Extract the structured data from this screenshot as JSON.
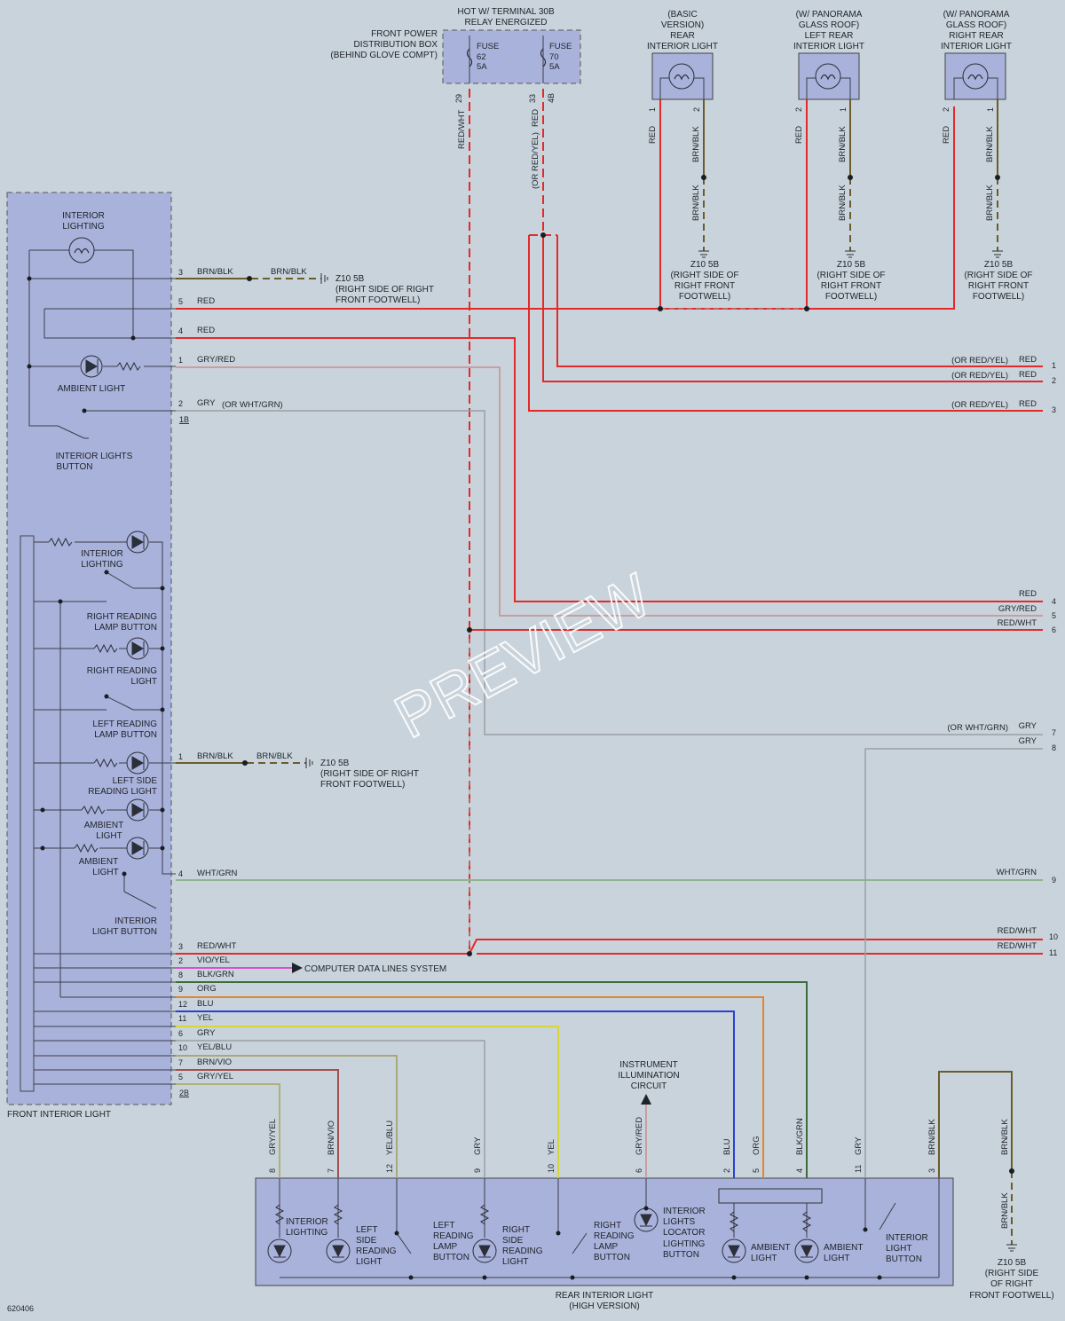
{
  "watermark": "PREVIEW",
  "diagram_id": "620406",
  "colors": {
    "background": "#c9d3db",
    "module_fill": "#a9b2db",
    "red": "#e32a2a",
    "brn_blk": "#6b5d2b",
    "gry": "#9aa0a4",
    "wht_grn": "#8fb58f",
    "vio_yel": "#d94fd1",
    "blk_grn": "#3e6b3e",
    "org": "#e0872b",
    "blu": "#2840d8",
    "yel": "#d7d53a",
    "yel_blu": "#a8a87a",
    "brn_vio": "#a05050",
    "gry_yel": "#b0b07a",
    "gry_red": "#c78d8d"
  },
  "fuse_box": {
    "header": [
      "HOT W/ TERMINAL 30B",
      "RELAY ENERGIZED"
    ],
    "name": [
      "FRONT POWER",
      "DISTRIBUTION BOX",
      "(BEHIND GLOVE COMPT)"
    ],
    "fuse_left": [
      "FUSE",
      "62",
      "5A"
    ],
    "fuse_right": [
      "FUSE",
      "70",
      "5A"
    ],
    "pin_a": "29",
    "pin_b": "33",
    "pin_c": "4B",
    "wire_a": "RED/WHT",
    "wire_b": "RED",
    "wire_b_alt": "(OR RED/YEL)"
  },
  "rear_lights": [
    {
      "title": [
        "(BASIC",
        "VERSION)",
        "REAR",
        "INTERIOR LIGHT"
      ],
      "pin1": "1",
      "pin2": "2"
    },
    {
      "title": [
        "(W/ PANORAMA",
        "GLASS ROOF)",
        "LEFT REAR",
        "INTERIOR LIGHT"
      ],
      "pin1": "2",
      "pin2": "1"
    },
    {
      "title": [
        "(W/ PANORAMA",
        "GLASS ROOF)",
        "RIGHT REAR",
        "INTERIOR LIGHT"
      ],
      "pin1": "2",
      "pin2": "1"
    }
  ],
  "ground": {
    "label": "Z10 5B",
    "desc": [
      "(RIGHT SIDE OF",
      "RIGHT FRONT",
      "FOOTWELL)"
    ],
    "desc_long": [
      "(RIGHT SIDE OF RIGHT",
      "FRONT FOOTWELL)"
    ],
    "desc_rear": [
      "(RIGHT SIDE",
      "OF RIGHT",
      "FRONT FOOTWELL)"
    ]
  },
  "front_light": {
    "title": "FRONT INTERIOR LIGHT",
    "top_section": {
      "interior_lighting": [
        "INTERIOR",
        "LIGHTING"
      ],
      "ambient_light": "AMBIENT LIGHT",
      "button": [
        "INTERIOR LIGHTS",
        "BUTTON"
      ],
      "connector": "1B"
    },
    "bottom_section": {
      "interior_lighting": [
        "INTERIOR",
        "LIGHTING"
      ],
      "right_reading_button": [
        "RIGHT READING",
        "LAMP BUTTON"
      ],
      "right_reading_light": [
        "RIGHT READING",
        "LIGHT"
      ],
      "left_reading_button": [
        "LEFT READING",
        "LAMP BUTTON"
      ],
      "left_side_reading_light": [
        "LEFT SIDE",
        "READING LIGHT"
      ],
      "ambient_light_1": [
        "AMBIENT",
        "LIGHT"
      ],
      "ambient_light_2": [
        "AMBIENT",
        "LIGHT"
      ],
      "interior_light_button": [
        "INTERIOR",
        "LIGHT BUTTON"
      ],
      "connector": "2B"
    }
  },
  "wires_1b": [
    {
      "pin": "3",
      "label": "BRN/BLK",
      "label2": "BRN/BLK"
    },
    {
      "pin": "5",
      "label": "RED"
    },
    {
      "pin": "4",
      "label": "RED"
    },
    {
      "pin": "1",
      "label": "GRY/RED"
    },
    {
      "pin": "2",
      "label": "GRY",
      "alt": "(OR WHT/GRN)"
    }
  ],
  "wires_2b": [
    {
      "pin": "1",
      "label": "BRN/BLK",
      "label2": "BRN/BLK"
    },
    {
      "pin": "4",
      "label": "WHT/GRN"
    },
    {
      "pin": "3",
      "label": "RED/WHT"
    },
    {
      "pin": "2",
      "label": "VIO/YEL"
    },
    {
      "pin": "8",
      "label": "BLK/GRN"
    },
    {
      "pin": "9",
      "label": "ORG"
    },
    {
      "pin": "12",
      "label": "BLU"
    },
    {
      "pin": "11",
      "label": "YEL"
    },
    {
      "pin": "6",
      "label": "GRY"
    },
    {
      "pin": "10",
      "label": "YEL/BLU"
    },
    {
      "pin": "7",
      "label": "BRN/VIO"
    },
    {
      "pin": "5",
      "label": "GRY/YEL"
    }
  ],
  "computer_data": "COMPUTER DATA LINES SYSTEM",
  "right_refs": [
    {
      "num": "1",
      "label": "RED",
      "alt": "(OR RED/YEL)"
    },
    {
      "num": "2",
      "label": "RED",
      "alt": "(OR RED/YEL)"
    },
    {
      "num": "3",
      "label": "RED",
      "alt": "(OR RED/YEL)"
    },
    {
      "num": "4",
      "label": "RED"
    },
    {
      "num": "5",
      "label": "GRY/RED"
    },
    {
      "num": "6",
      "label": "RED/WHT"
    },
    {
      "num": "7",
      "label": "GRY",
      "alt": "(OR WHT/GRN)"
    },
    {
      "num": "8",
      "label": "GRY"
    },
    {
      "num": "9",
      "label": "WHT/GRN"
    },
    {
      "num": "10",
      "label": "RED/WHT"
    },
    {
      "num": "11",
      "label": "RED/WHT"
    }
  ],
  "instrument": [
    "INSTRUMENT",
    "ILLUMINATION",
    "CIRCUIT"
  ],
  "rear_light": {
    "title": [
      "REAR INTERIOR LIGHT",
      "(HIGH VERSION)"
    ],
    "wires": [
      {
        "pin": "8",
        "label": "GRY/YEL"
      },
      {
        "pin": "7",
        "label": "BRN/VIO"
      },
      {
        "pin": "12",
        "label": "YEL/BLU"
      },
      {
        "pin": "9",
        "label": "GRY"
      },
      {
        "pin": "10",
        "label": "YEL"
      },
      {
        "pin": "6",
        "label": "GRY/RED"
      },
      {
        "pin": "2",
        "label": "BLU"
      },
      {
        "pin": "5",
        "label": "ORG"
      },
      {
        "pin": "4",
        "label": "BLK/GRN"
      },
      {
        "pin": "11",
        "label": "GRY"
      },
      {
        "pin": "3",
        "label": "BRN/BLK"
      }
    ],
    "ground_wire_1": "BRN/BLK",
    "ground_wire_2": "BRN/BLK",
    "interior_lighting": [
      "INTERIOR",
      "LIGHTING"
    ],
    "left_side_reading_light": [
      "LEFT",
      "SIDE",
      "READING",
      "LIGHT"
    ],
    "left_reading_button": [
      "LEFT",
      "READING",
      "LAMP",
      "BUTTON"
    ],
    "right_side_reading_light": [
      "RIGHT",
      "SIDE",
      "READING",
      "LIGHT"
    ],
    "right_reading_button": [
      "RIGHT",
      "READING",
      "LAMP",
      "BUTTON"
    ],
    "locator_button": [
      "INTERIOR",
      "LIGHTS",
      "LOCATOR",
      "LIGHTING",
      "BUTTON"
    ],
    "ambient_light_1": [
      "AMBIENT",
      "LIGHT"
    ],
    "ambient_light_2": [
      "AMBIENT",
      "LIGHT"
    ],
    "interior_light_button": [
      "INTERIOR",
      "LIGHT",
      "BUTTON"
    ]
  }
}
